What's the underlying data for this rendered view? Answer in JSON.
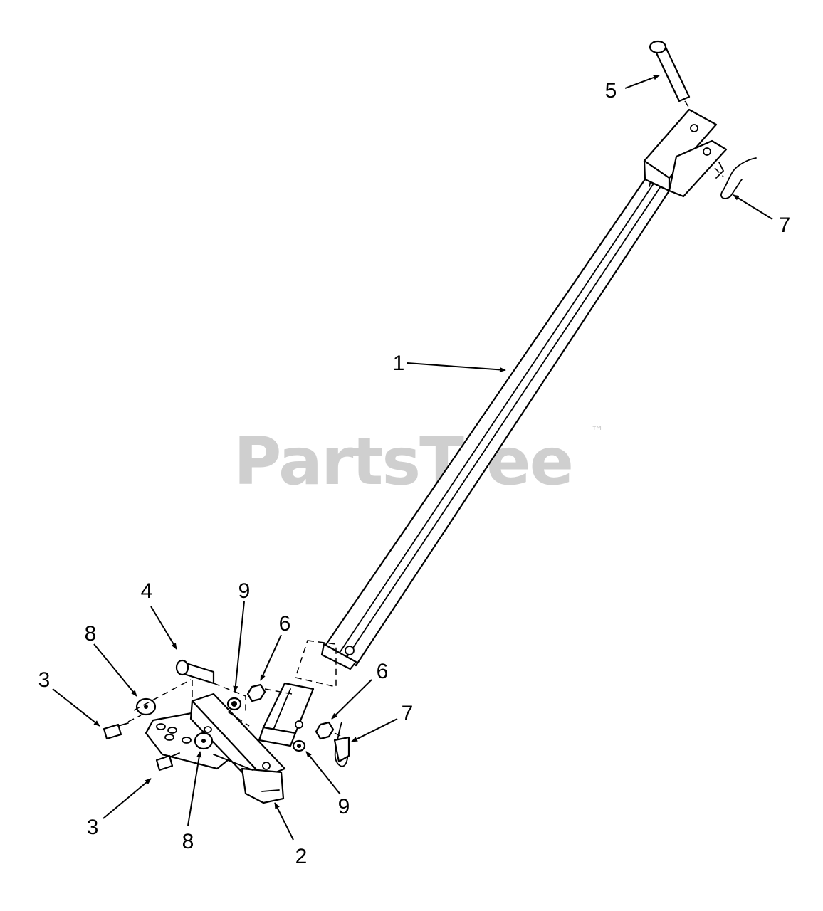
{
  "watermark": {
    "text": "PartsTree",
    "trademark": "™",
    "color": "#cfcfcf"
  },
  "callouts": [
    {
      "id": "c1",
      "label": "1"
    },
    {
      "id": "c2",
      "label": "2"
    },
    {
      "id": "c3a",
      "label": "3"
    },
    {
      "id": "c3b",
      "label": "3"
    },
    {
      "id": "c4",
      "label": "4"
    },
    {
      "id": "c5",
      "label": "5"
    },
    {
      "id": "c6a",
      "label": "6"
    },
    {
      "id": "c6b",
      "label": "6"
    },
    {
      "id": "c7a",
      "label": "7"
    },
    {
      "id": "c7b",
      "label": "7"
    },
    {
      "id": "c8a",
      "label": "8"
    },
    {
      "id": "c8b",
      "label": "8"
    },
    {
      "id": "c9a",
      "label": "9"
    },
    {
      "id": "c9b",
      "label": "9"
    }
  ]
}
